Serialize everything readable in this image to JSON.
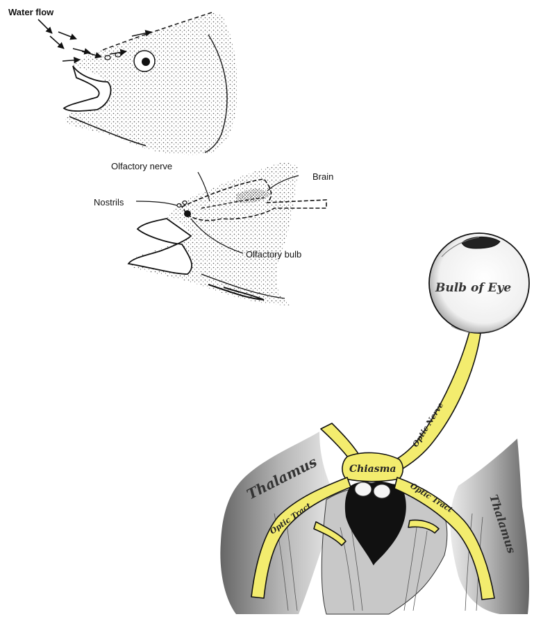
{
  "fish_top": {
    "water_flow_label": "Water flow"
  },
  "fish_bottom": {
    "olfactory_nerve_label": "Olfactory nerve",
    "brain_label": "Brain",
    "nostrils_label": "Nostrils",
    "olfactory_bulb_label": "Olfactory bulb"
  },
  "optic": {
    "bulb_of_eye_label": "Bulb of Eye",
    "optic_nerve_label": "Optic Nerve",
    "chiasma_label": "Chiasma",
    "optic_tract_left_label": "Optic Tract",
    "optic_tract_right_label": "Optic Tract",
    "thalamus_left_label": "Thalamus",
    "thalamus_right_label": "Thalamus"
  },
  "colors": {
    "optic_yellow": "#f3ec6e",
    "outline": "#111111",
    "stipple": "#555555",
    "shade": "#8a8a8a"
  }
}
